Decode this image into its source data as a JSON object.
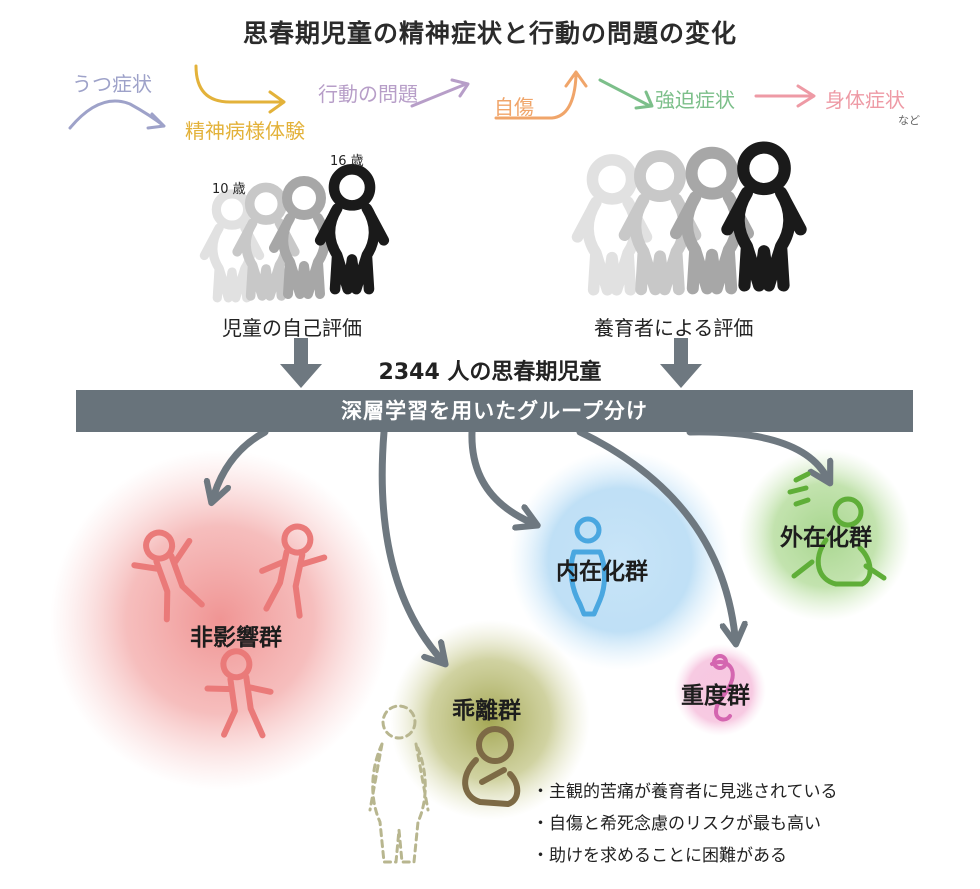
{
  "title": "思春期児童の精神症状と行動の問題の変化",
  "symptom_flow": [
    {
      "label": "うつ症状",
      "color": "#9ea2c9"
    },
    {
      "label": "精神病様体験",
      "color": "#e3b23a"
    },
    {
      "label": "行動の問題",
      "color": "#b79ec8"
    },
    {
      "label": "自傷",
      "color": "#f0a56a"
    },
    {
      "label": "強迫症状",
      "color": "#7cbf8a"
    },
    {
      "label": "身体症状",
      "color": "#ee9aa5"
    }
  ],
  "symptom_flow_note": "など",
  "ages": {
    "start": "10 歳",
    "end": "16 歳"
  },
  "sources": {
    "child": "児童の自己評価",
    "caregiver": "養育者による評価"
  },
  "participants": "2344 人の思春期児童",
  "method": "深層学習を用いたグループ分け",
  "groups": [
    {
      "label": "非影響群",
      "color": "#ee8c8a"
    },
    {
      "label": "乖離群",
      "color": "#a8ab57"
    },
    {
      "label": "内在化群",
      "color": "#7fc2ec"
    },
    {
      "label": "重度群",
      "color": "#e47ac0"
    },
    {
      "label": "外在化群",
      "color": "#8bc66a"
    }
  ],
  "notes": [
    "・主観的苦痛が養育者に見逃されている",
    "・自傷と希死念慮のリスクが最も高い",
    "・助けを求めることに困難がある"
  ],
  "colors": {
    "bar": "#68737b",
    "arrow": "#6e7880"
  }
}
